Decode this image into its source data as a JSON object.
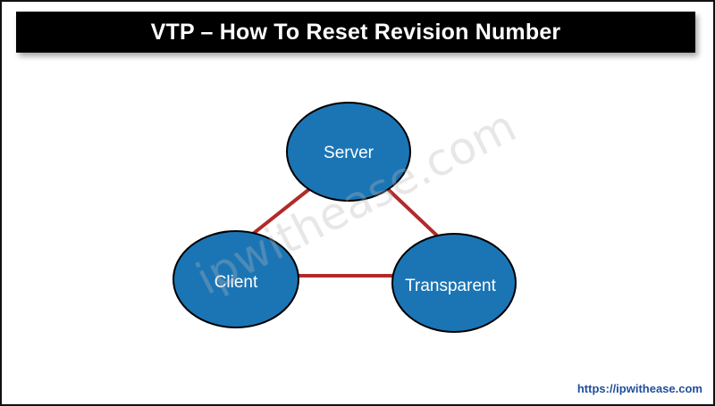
{
  "title": "VTP – How To Reset Revision Number",
  "diagram": {
    "nodes": {
      "server": "Server",
      "client": "Client",
      "transparent": "Transparent"
    },
    "edges": [
      [
        "server",
        "client"
      ],
      [
        "server",
        "transparent"
      ],
      [
        "client",
        "transparent"
      ]
    ],
    "node_color": "#1b75b5",
    "node_border_color": "#000000",
    "edge_color": "#b22a2a"
  },
  "watermark": "ipwithease.com",
  "footer": {
    "url": "https://ipwithease.com"
  }
}
